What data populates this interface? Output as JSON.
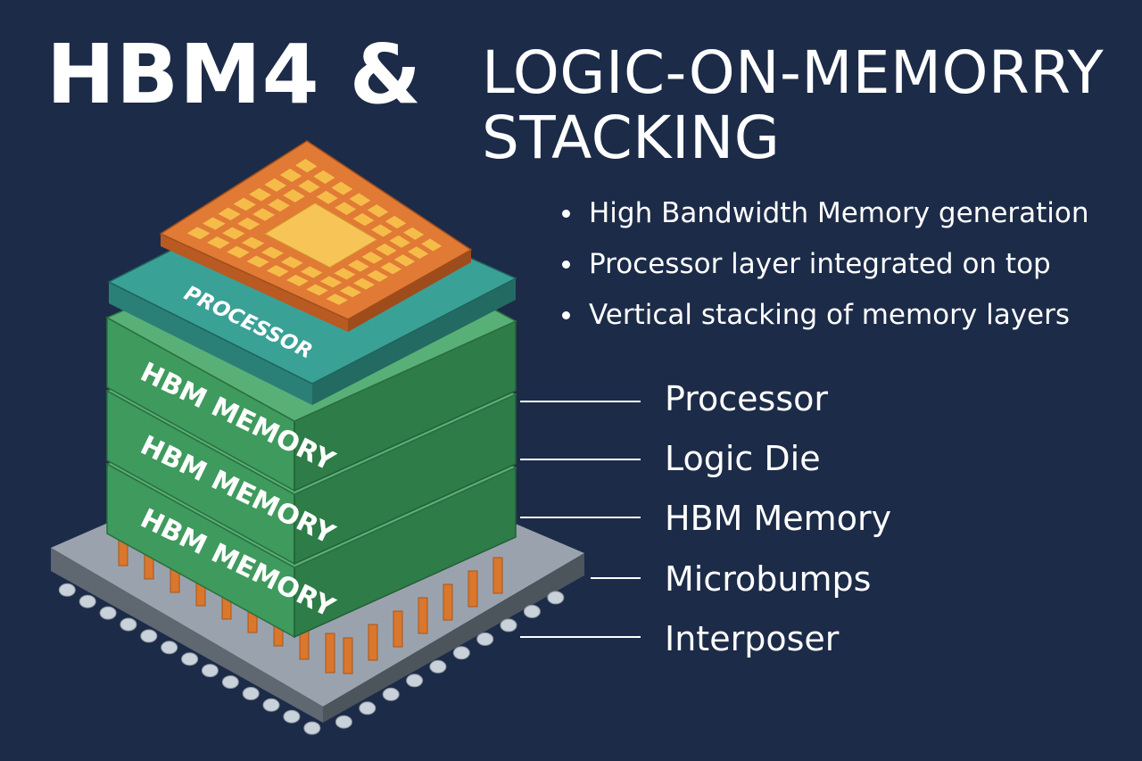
{
  "title": {
    "main": "HBM4 &",
    "sub_line1": "LOGIC-ON-MEMORRY",
    "sub_line2": "STACKING"
  },
  "bullets": [
    "High Bandwidth Memory generation",
    "Processor layer integrated on top",
    "Vertical stacking of memory layers"
  ],
  "callouts": [
    "Processor",
    "Logic Die",
    "HBM Memory",
    "Microbumps",
    "Interposer"
  ],
  "stack": {
    "processor_layer_label": "PROCESSOR",
    "memory_layer_labels": [
      "HBM MEMORY",
      "HBM MEMORY",
      "HBM MEMORY"
    ]
  },
  "colors": {
    "background": "#1c2b48",
    "text": "#ffffff",
    "chip_orange": "#e07a35",
    "chip_pad_yellow": "#f5bc4a",
    "processor_teal": "#2f8f85",
    "memory_green": "#3f9a5d",
    "interposer_gray": "#6e7882",
    "microbump_copper": "#d9772d"
  }
}
